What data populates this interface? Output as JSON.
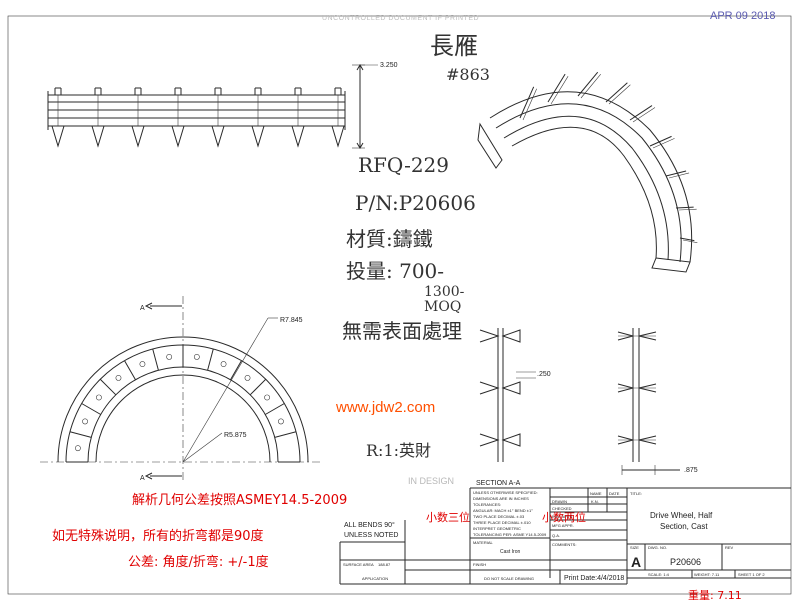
{
  "header": {
    "watermark_top": "UNCONTROLLED DOCUMENT IF PRINTED",
    "date_stamp": "APR 09 2018"
  },
  "handwritten": {
    "name": "長雁",
    "number": "#863",
    "rfq": "RFQ-229",
    "pn": "P/N:P20606",
    "material": "材質:鑄鐵",
    "quantity": "投量: 700-",
    "quantity2": "1300-",
    "moq": "MOQ",
    "surface": "無需表面處理",
    "signature": "R:1:英財"
  },
  "dimensions": {
    "height": "3.250",
    "r_outer": "R7.845",
    "r_inner": "R5.875",
    "rib": ".250",
    "width": ".875",
    "section_mark": "A"
  },
  "overlay": {
    "website": "www.jdw2.com",
    "note_gdt": "解析几何公差按照ASMEY14.5-2009",
    "note_decimal": "小数三位",
    "note_decimal2": "小数两位",
    "note_bends": "如无特殊说明，所有的折弯都是90度",
    "tolerance": "公差:    角度/折弯: +/-1度",
    "weight": "重量: 7.11"
  },
  "title_block": {
    "design_watermark": "IN DESIGN",
    "section_label": "SECTION A-A",
    "all_bends": "ALL BENDS 90°",
    "unless_noted": "UNLESS NOTED",
    "dims_note": "UNLESS OTHERWISE SPECIFIED:",
    "dims_line2": "DIMENSIONS ARE IN INCHES",
    "dims_line3": "TOLERANCES:",
    "dims_line4": "ANGULAR: MACH ±1° BEND ±1°",
    "dims_line5": "TWO PLACE DECIMAL ±.03",
    "dims_line6": "THREE PLACE DECIMAL ±.010",
    "dims_line7": "INTERPRET GEOMETRIC",
    "dims_line8": "TOLERANCING PER: ASME Y14.5-2009",
    "name_col": "NAME",
    "date_col": "DATE",
    "drawn": "DRAWN",
    "drawn_by": "K.N.",
    "checked": "CHECKED",
    "eng_appr": "ENG APPR.",
    "mfg_appr": "MFG APPR.",
    "qa": "Q.A.",
    "comments": "COMMENTS:",
    "material_label": "MATERIAL",
    "material_value": "Cast Iron",
    "finish_label": "FINISH",
    "surface_area_label": "SURFACE AREA",
    "surface_area_value": "188.87",
    "application": "APPLICATION",
    "do_not_scale": "DO NOT SCALE DRAWING",
    "print_date": "Print Date:4/4/2018",
    "title_label": "TITLE:",
    "title_line1": "Drive Wheel, Half",
    "title_line2": "Section, Cast",
    "size_label": "SIZE",
    "size_value": "A",
    "dwg_no_label": "DWG. NO.",
    "dwg_no_value": "P20606",
    "rev_label": "REV",
    "scale": "SCALE: 1:4",
    "weight_tb": "WEIGHT: 7.11",
    "sheet": "SHEET 1 OF 2"
  }
}
